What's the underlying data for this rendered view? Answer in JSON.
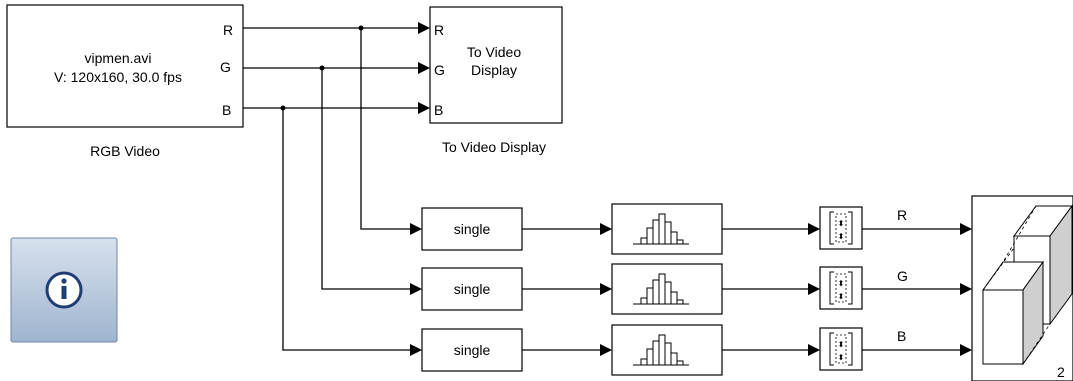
{
  "source_block": {
    "filename": "vipmen.avi",
    "info": "V: 120x160, 30.0 fps",
    "caption": "RGB Video",
    "ports": [
      "R",
      "G",
      "B"
    ]
  },
  "display_block": {
    "title": "To Video Display",
    "caption": "To Video Display",
    "ports": [
      "R",
      "G",
      "B"
    ]
  },
  "convert_blocks": [
    {
      "label": "single"
    },
    {
      "label": "single"
    },
    {
      "label": "single"
    }
  ],
  "channel_labels": [
    "R",
    "G",
    "B"
  ],
  "concat_block": {
    "label": "2"
  },
  "info_button": {
    "icon": "info-icon",
    "color": "#b9c9dd"
  }
}
